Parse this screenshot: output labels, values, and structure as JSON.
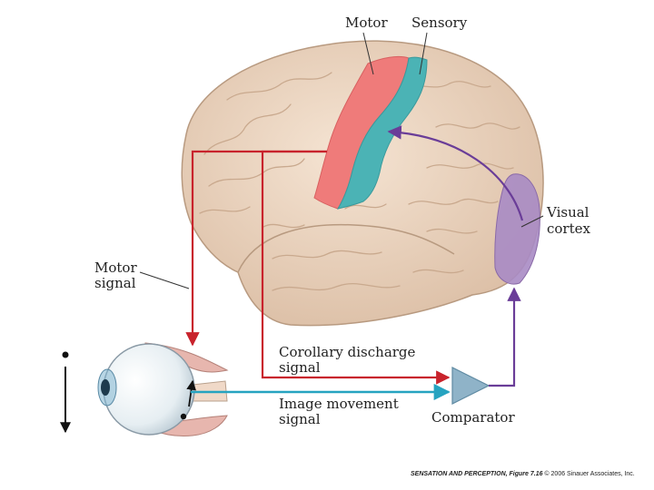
{
  "labels": {
    "motor": "Motor",
    "sensory": "Sensory",
    "visual_line1": "Visual",
    "visual_line2": "cortex",
    "motor_signal_line1": "Motor",
    "motor_signal_line2": "signal",
    "corollary_line1": "Corollary discharge",
    "corollary_line2": "signal",
    "image_movement_line1": "Image movement",
    "image_movement_line2": "signal",
    "comparator": "Comparator"
  },
  "credit": {
    "title": "SENSATION AND PERCEPTION,",
    "figure": " Figure 7.16",
    "copyright": " © 2006 Sinauer Associates, Inc."
  },
  "colors": {
    "motor_cortex": "#ef7b7a",
    "sensory_cortex": "#4bb3b5",
    "visual_cortex": "#a98bc4",
    "red_arrow": "#c8232c",
    "cyan_arrow": "#26a3c0",
    "purple_arrow": "#6a3d98",
    "comparator": "#8fb3c8",
    "brain": "#ecd6c2"
  }
}
